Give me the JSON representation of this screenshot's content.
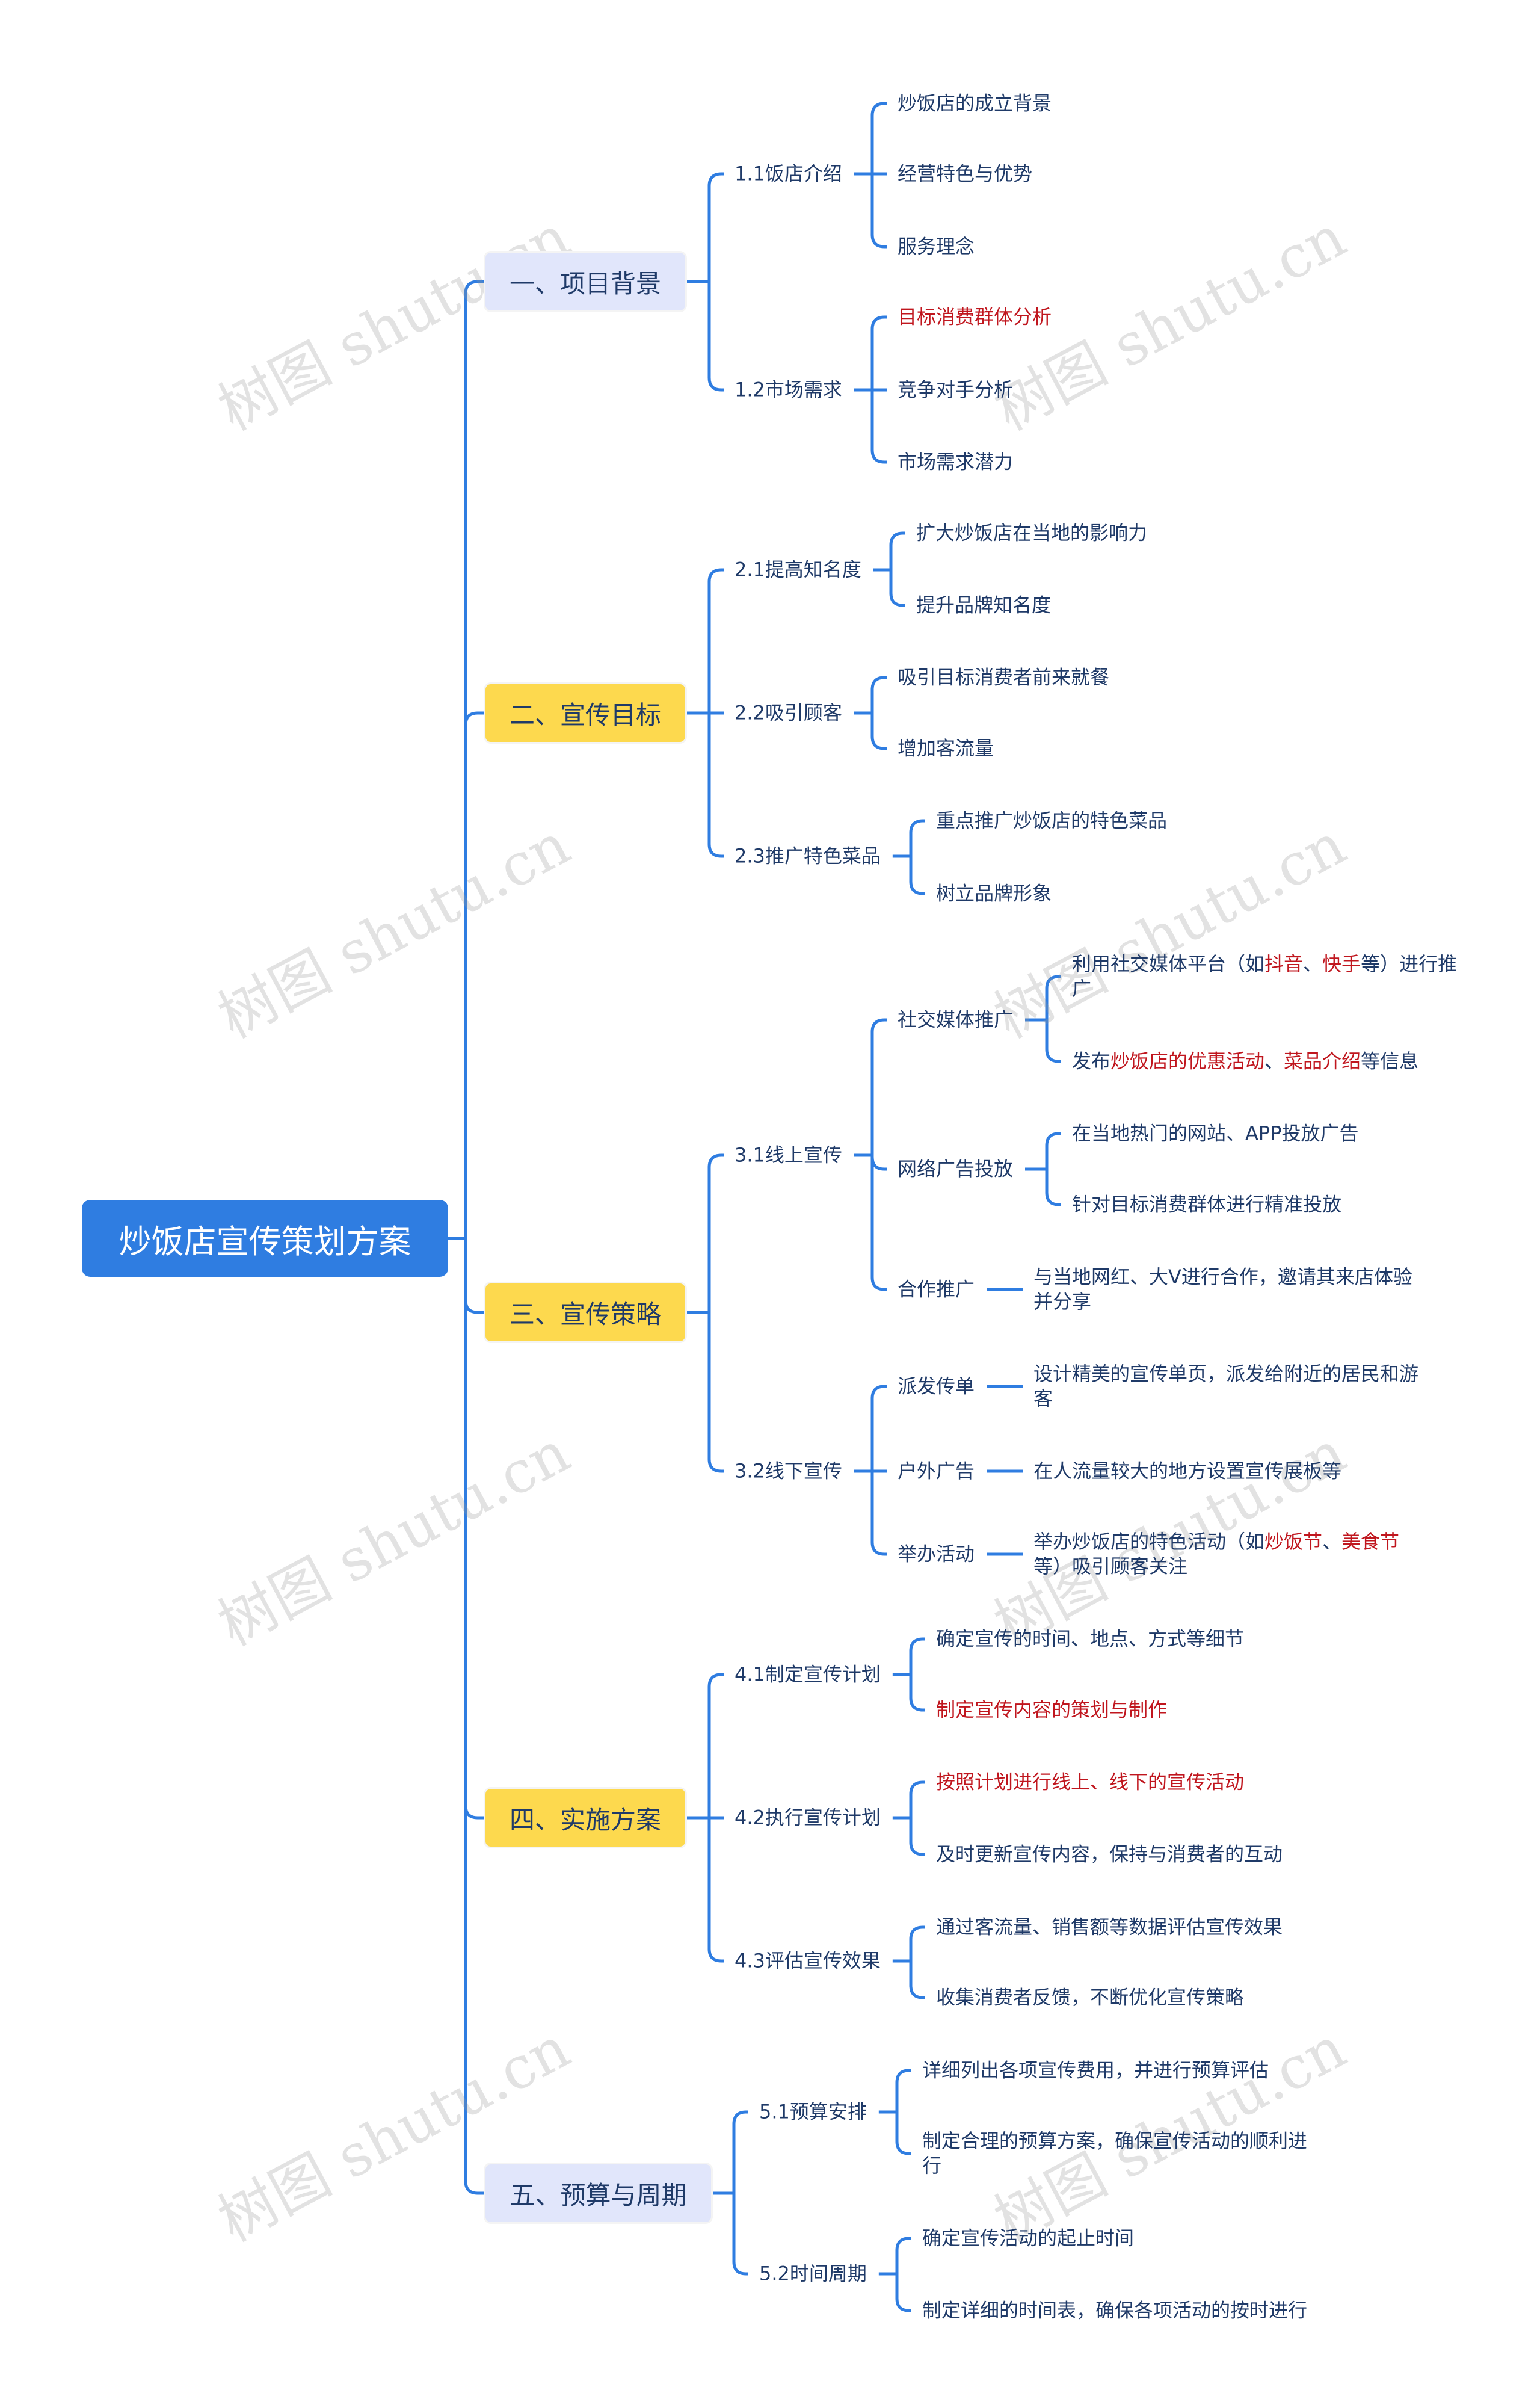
{
  "root": "炒饭店宣传策划方案",
  "watermark": "树图 shutu.cn",
  "colors": {
    "line": "#2f7de1",
    "root": "#2f7de1",
    "yellow": "#fdd94e",
    "lavender": "#e1e6fb",
    "text": "#1f3a68",
    "highlight": "#c0161e"
  },
  "s1": {
    "label": "一、项目背景",
    "a": {
      "label": "1.1饭店介绍",
      "items": [
        "炒饭店的成立背景",
        "经营特色与优势",
        "服务理念"
      ]
    },
    "b": {
      "label": "1.2市场需求",
      "items": [
        "目标消费群体分析",
        "竞争对手分析",
        "市场需求潜力"
      ]
    }
  },
  "s2": {
    "label": "二、宣传目标",
    "a": {
      "label": "2.1提高知名度",
      "items": [
        "扩大炒饭店在当地的影响力",
        "提升品牌知名度"
      ]
    },
    "b": {
      "label": "2.2吸引顾客",
      "items": [
        "吸引目标消费者前来就餐",
        "增加客流量"
      ]
    },
    "c": {
      "label": "2.3推广特色菜品",
      "items": [
        "重点推广炒饭店的特色菜品",
        "树立品牌形象"
      ]
    }
  },
  "s3": {
    "label": "三、宣传策略",
    "a": {
      "label": "3.1线上宣传",
      "social": {
        "label": "社交媒体推广",
        "i1": [
          "利用社交媒体平台（如",
          "抖音",
          "、",
          "快手",
          "等）进行推广"
        ],
        "i2": [
          "发布",
          "炒饭店的优惠活动",
          "、",
          "菜品介绍",
          "等信息"
        ]
      },
      "ads": {
        "label": "网络广告投放",
        "items": [
          "在当地热门的网站、APP投放广告",
          "针对目标消费群体进行精准投放"
        ]
      },
      "coop": {
        "label": "合作推广",
        "items": [
          "与当地网红、大V进行合作，邀请其来店体验并分享"
        ]
      }
    },
    "b": {
      "label": "3.2线下宣传",
      "flyer": {
        "label": "派发传单",
        "items": [
          "设计精美的宣传单页，派发给附近的居民和游客"
        ]
      },
      "outdoor": {
        "label": "户外广告",
        "items": [
          "在人流量较大的地方设置宣传展板等"
        ]
      },
      "event": {
        "label": "举办活动",
        "i1": [
          "举办炒饭店的特色活动（如",
          "炒饭节",
          "、",
          "美食节",
          "等）吸引顾客关注"
        ]
      }
    }
  },
  "s4": {
    "label": "四、实施方案",
    "a": {
      "label": "4.1制定宣传计划",
      "items": [
        "确定宣传的时间、地点、方式等细节",
        "制定宣传内容的策划与制作"
      ]
    },
    "b": {
      "label": "4.2执行宣传计划",
      "items": [
        "按照计划进行线上、线下的宣传活动",
        "及时更新宣传内容，保持与消费者的互动"
      ]
    },
    "c": {
      "label": "4.3评估宣传效果",
      "items": [
        "通过客流量、销售额等数据评估宣传效果",
        "收集消费者反馈，不断优化宣传策略"
      ]
    }
  },
  "s5": {
    "label": "五、预算与周期",
    "a": {
      "label": "5.1预算安排",
      "items": [
        "详细列出各项宣传费用，并进行预算评估",
        "制定合理的预算方案，确保宣传活动的顺利进行"
      ]
    },
    "b": {
      "label": "5.2时间周期",
      "items": [
        "确定宣传活动的起止时间",
        "制定详细的时间表，确保各项活动的按时进行"
      ]
    }
  }
}
